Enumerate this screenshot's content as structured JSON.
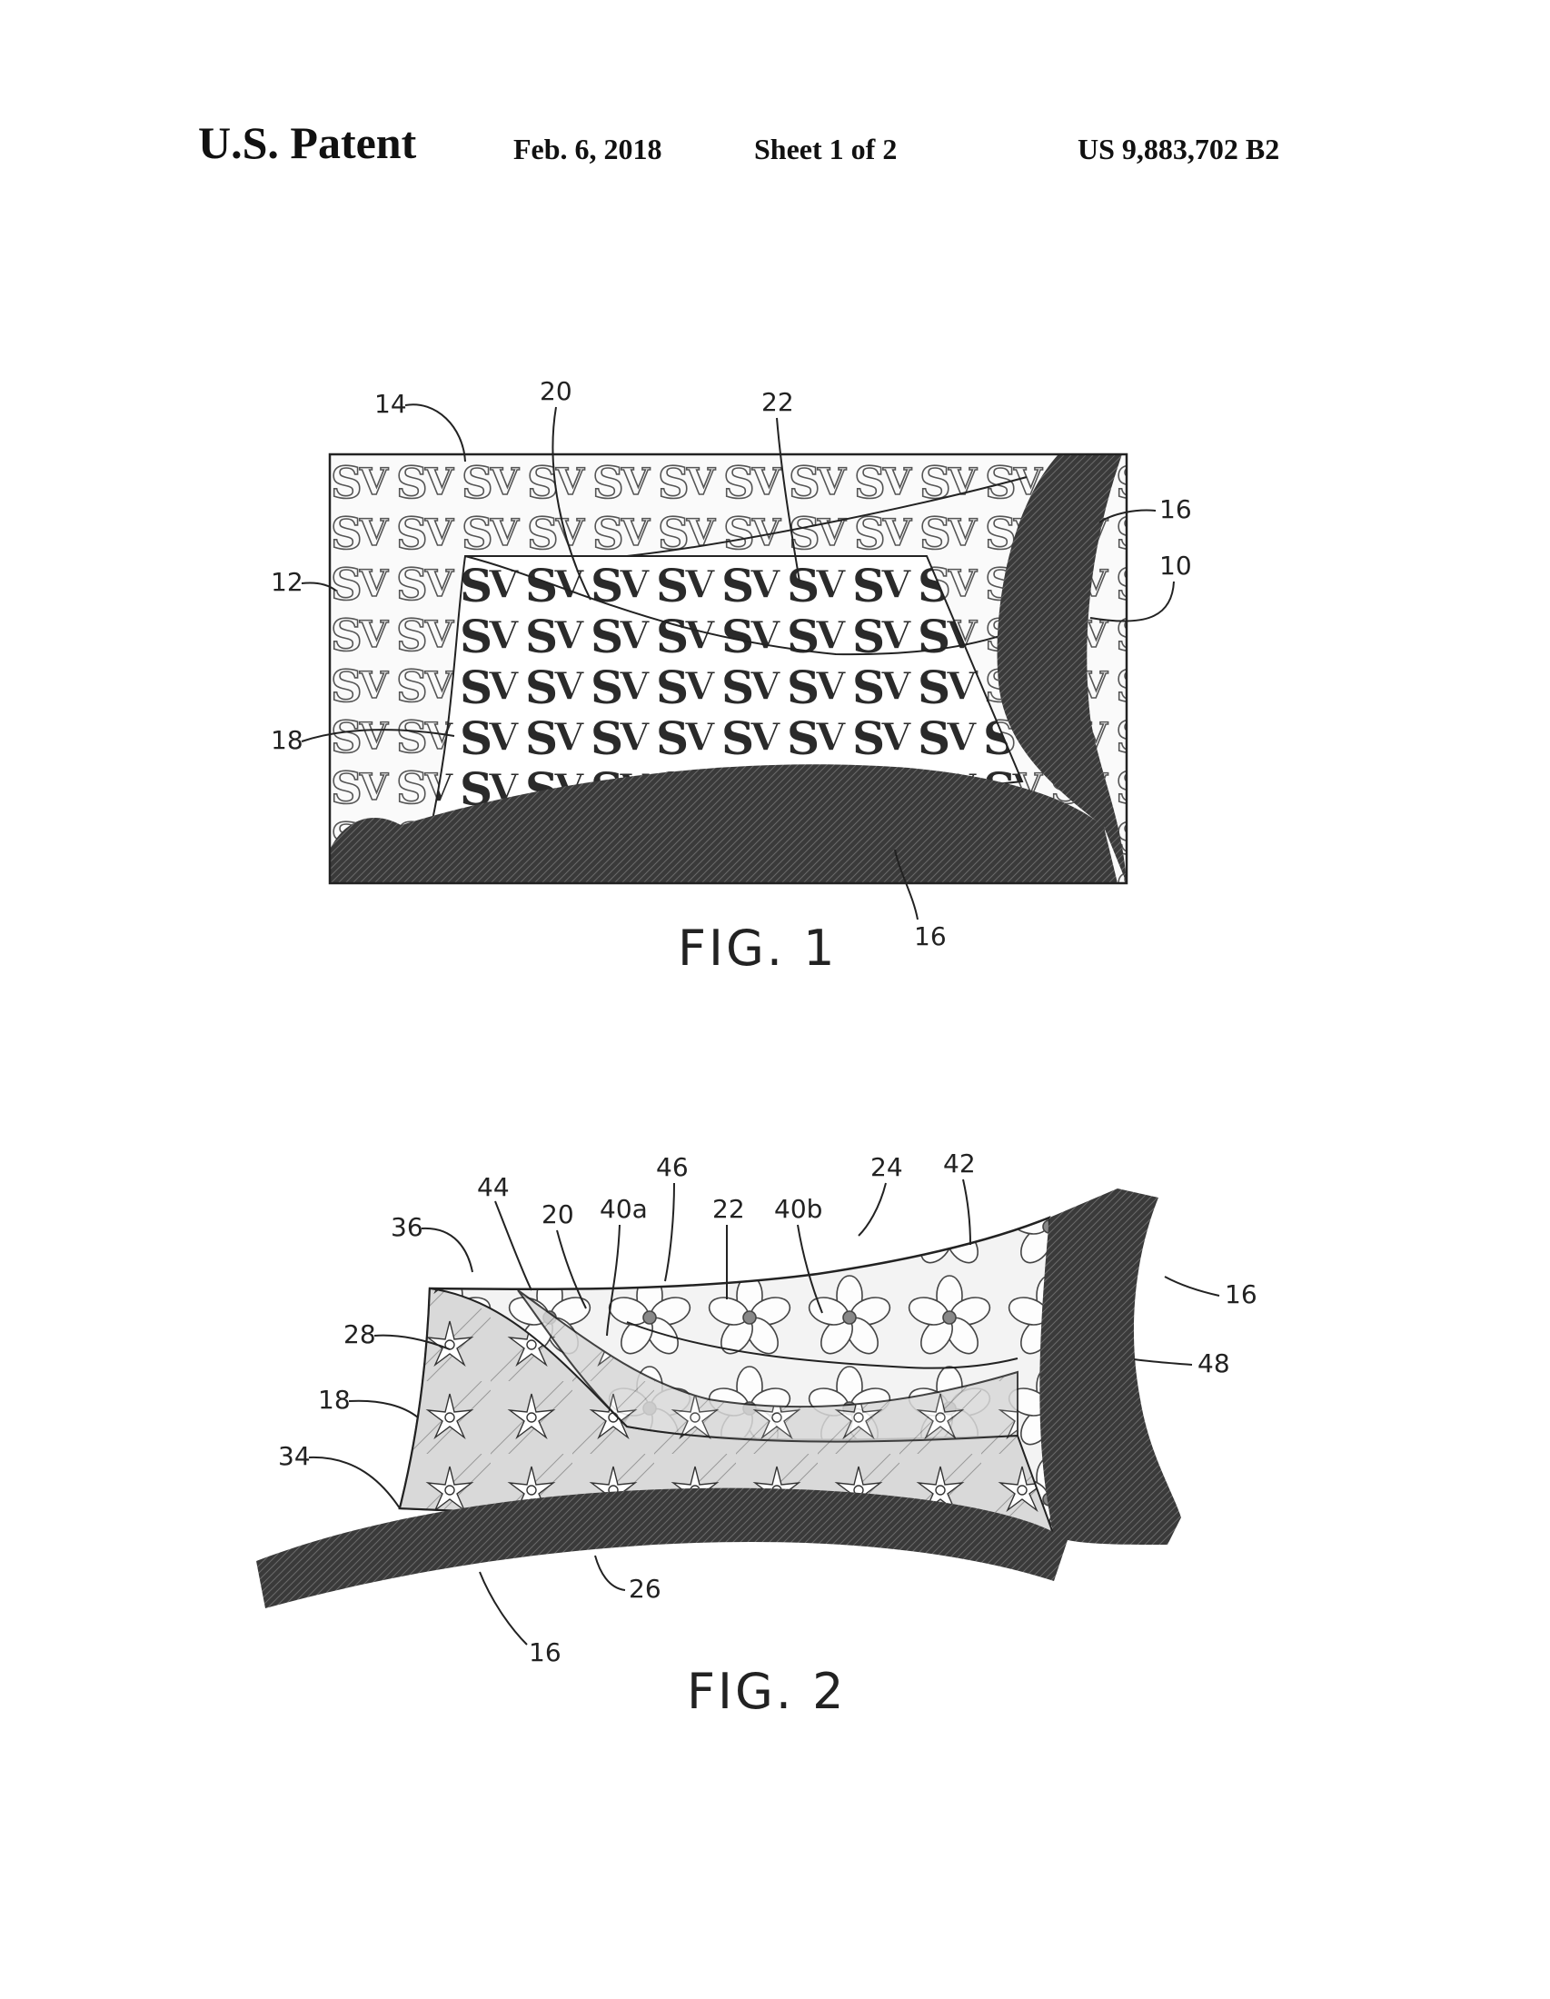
{
  "header": {
    "title": "U.S. Patent",
    "date": "Feb. 6, 2018",
    "sheet": "Sheet 1 of 2",
    "patent_number": "US 9,883,702 B2"
  },
  "fig1": {
    "caption": "FIG. 1",
    "refs": {
      "r14": "14",
      "r20": "20",
      "r22": "22",
      "r16a": "16",
      "r10": "10",
      "r12": "12",
      "r18": "18",
      "r16b": "16"
    }
  },
  "fig2": {
    "caption": "FIG. 2",
    "refs": {
      "r44": "44",
      "r46": "46",
      "r24": "24",
      "r42": "42",
      "r36": "36",
      "r20": "20",
      "r40a": "40a",
      "r22": "22",
      "r40b": "40b",
      "r28": "28",
      "r16a": "16",
      "r48": "48",
      "r18": "18",
      "r34": "34",
      "r26": "26",
      "r16b": "16"
    }
  },
  "colors": {
    "band": "#3d3d3d",
    "line": "#222222",
    "fill_light": "#ececec"
  }
}
